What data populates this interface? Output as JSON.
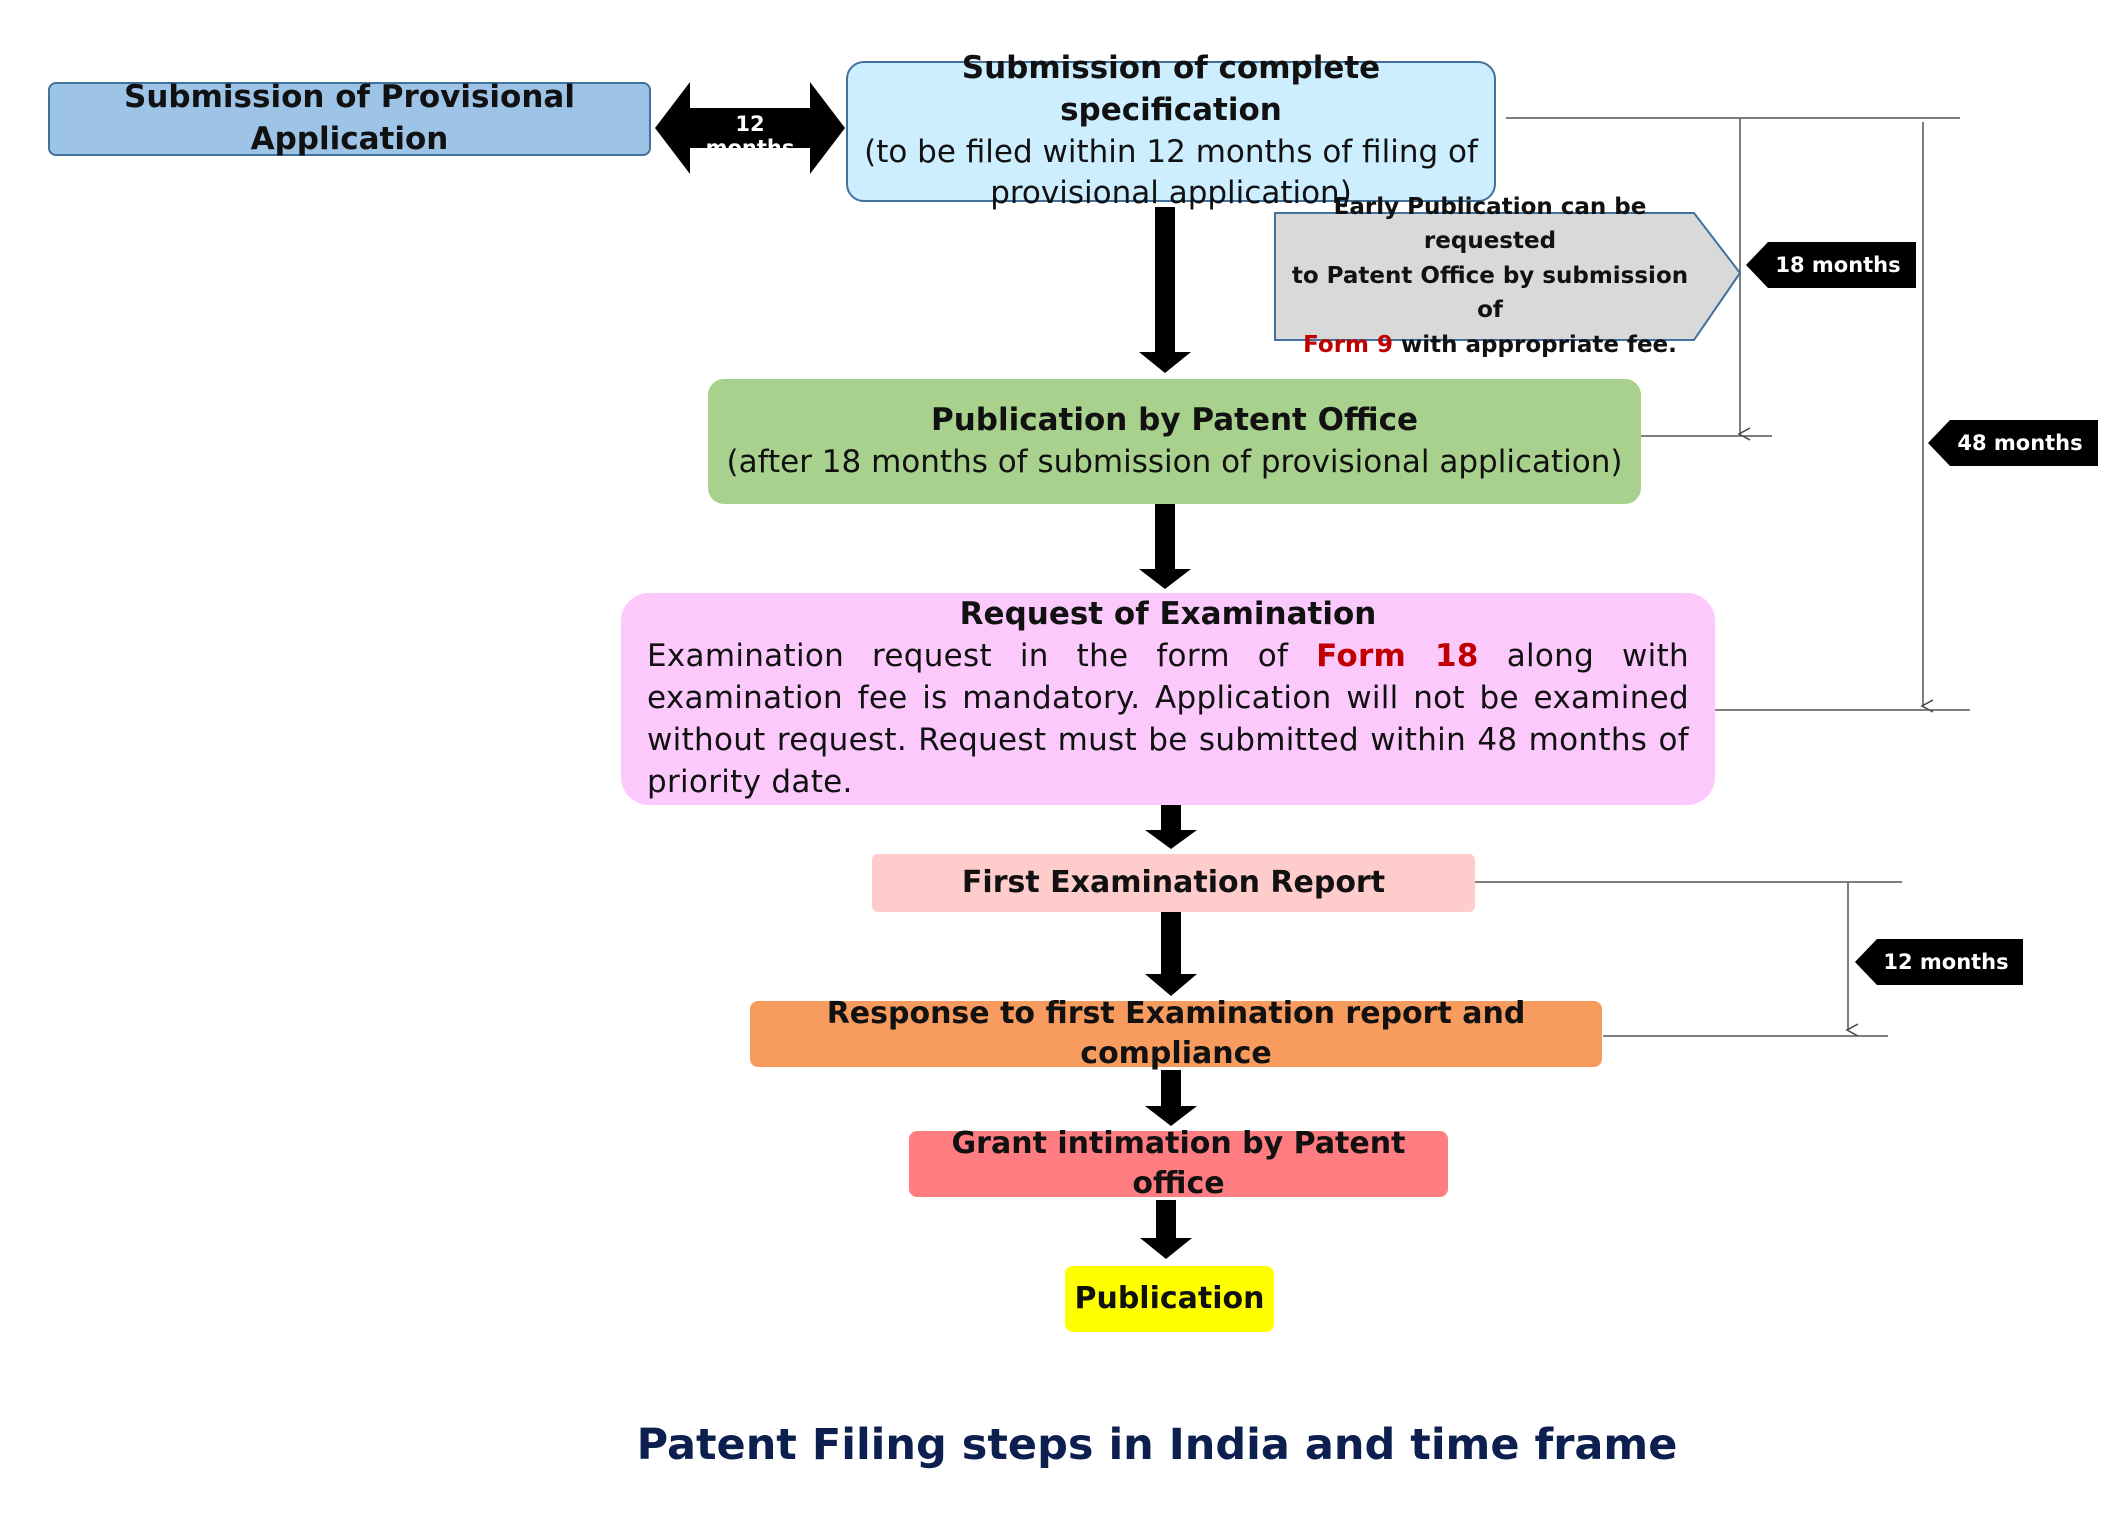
{
  "provisional": {
    "label": "Submission of Provisional Application"
  },
  "arrow_12m": {
    "label": "12 months"
  },
  "complete_spec": {
    "title": "Submission of complete specification",
    "line2": "(to be filed within 12 months of filing of",
    "line3": "provisional application)"
  },
  "early_pub": {
    "line1": "Early Publication can be requested",
    "line2": "to Patent Office by submission of",
    "form": "Form 9",
    "line3_rest": " with appropriate fee."
  },
  "publication_office": {
    "title": "Publication by Patent Office",
    "subtitle": "(after 18 months of submission of  provisional application)"
  },
  "request_exam": {
    "title": "Request of Examination",
    "text_before": "Examination request in the form of ",
    "form": "Form 18",
    "text_after": " along with examination fee is mandatory. Application will not be examined without request. Request must be submitted within 48 months of priority date."
  },
  "first_report": {
    "label": "First Examination Report"
  },
  "response": {
    "label": "Response to first Examination report and compliance"
  },
  "grant": {
    "label": "Grant intimation by Patent office"
  },
  "publication": {
    "label": "Publication"
  },
  "tags": {
    "m18": "18 months",
    "m48": "48 months",
    "m12": "12 months"
  },
  "footer": {
    "title": "Patent Filing steps in India and time frame"
  },
  "colors": {
    "provisional": "#9dc3e6",
    "complete_spec": "#cdeeff",
    "early_pub": "#d9d9d9",
    "publication_office": "#a9d18e",
    "request_exam": "#fcc9fc",
    "first_report": "#ffcccc",
    "response": "#f79b5e",
    "grant": "#ff7c80",
    "publication": "#ffff00",
    "footer": "#0d1f4f"
  }
}
